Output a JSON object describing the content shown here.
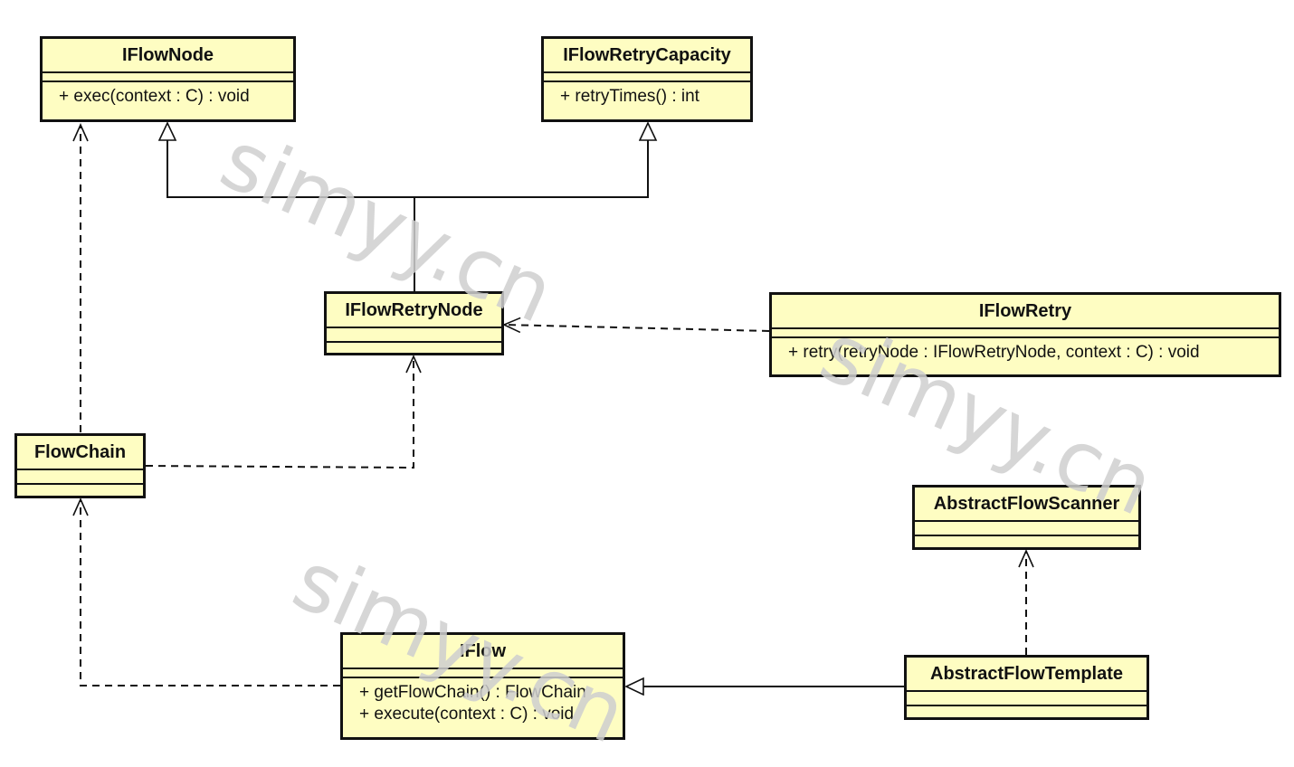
{
  "classes": {
    "iflownode": {
      "name": "IFlowNode",
      "ops": [
        "+ exec(context : C) : void"
      ]
    },
    "iflowretrycapacity": {
      "name": "IFlowRetryCapacity",
      "ops": [
        "+ retryTimes() : int"
      ]
    },
    "iflowretrynode": {
      "name": "IFlowRetryNode",
      "ops": []
    },
    "iflowretry": {
      "name": "IFlowRetry",
      "ops": [
        "+ retry(retryNode : IFlowRetryNode, context : C) : void"
      ]
    },
    "flowchain": {
      "name": "FlowChain",
      "ops": []
    },
    "abstractflowscanner": {
      "name": "AbstractFlowScanner",
      "ops": []
    },
    "iflow": {
      "name": "IFlow",
      "ops": [
        "+ getFlowChain() : FlowChain",
        "+ execute(context : C) : void"
      ]
    },
    "abstractflowtemplate": {
      "name": "AbstractFlowTemplate",
      "ops": []
    }
  },
  "watermark": "simyy.cn",
  "colors": {
    "fill": "#fefdc2",
    "border": "#111111",
    "watermark": "#cfcfcf"
  }
}
